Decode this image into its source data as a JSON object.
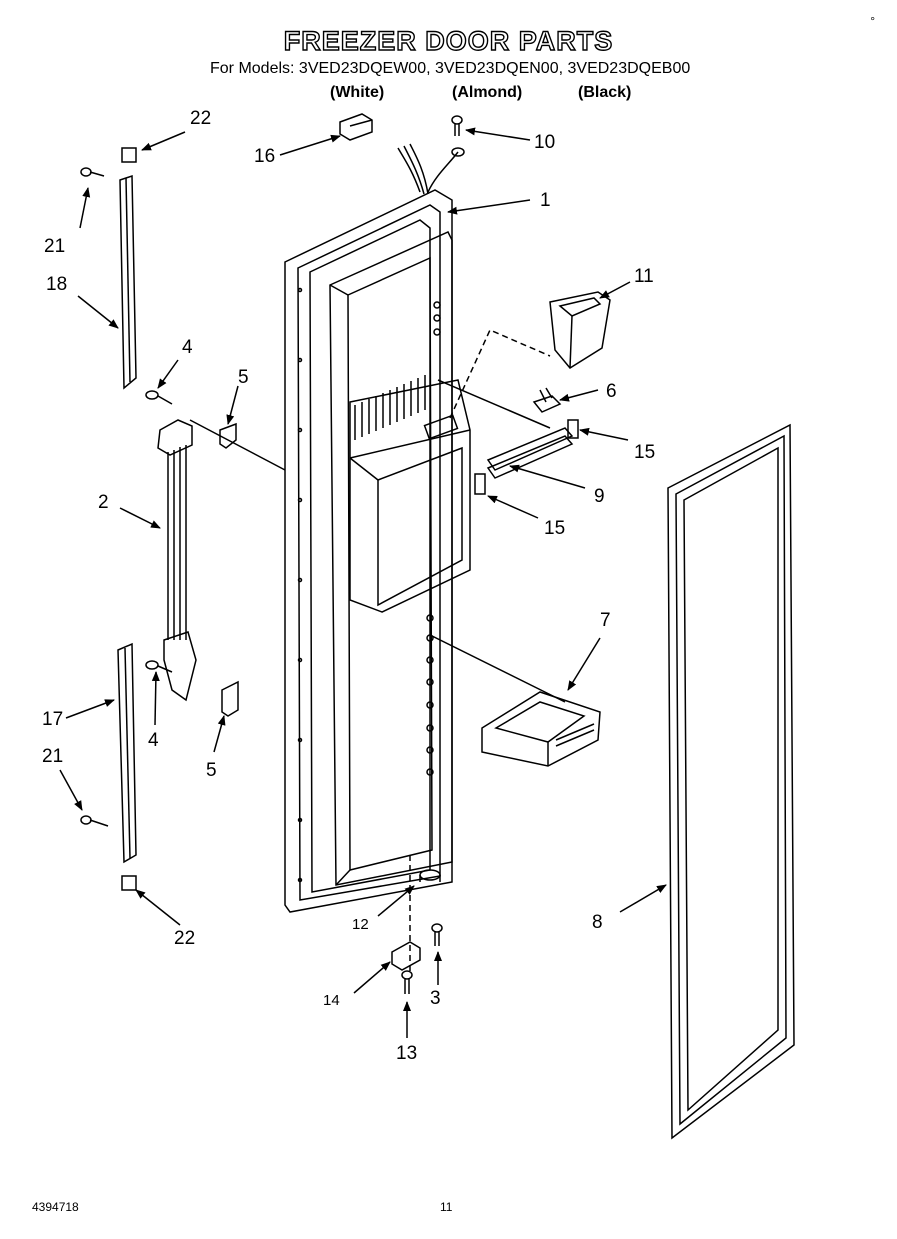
{
  "header": {
    "title": "FREEZER DOOR PARTS",
    "models_prefix": "For Models:",
    "models": [
      "3VED23DQEW00",
      "3VED23DQEN00",
      "3VED23DQEB00"
    ],
    "colors": [
      "(White)",
      "(Almond)",
      "(Black)"
    ],
    "corner_mark": "°"
  },
  "footer": {
    "doc_number": "4394718",
    "page_number": "11"
  },
  "callouts": {
    "c1": "1",
    "c2": "2",
    "c3": "3",
    "c4a": "4",
    "c4b": "4",
    "c5a": "5",
    "c5b": "5",
    "c6": "6",
    "c7": "7",
    "c8": "8",
    "c9": "9",
    "c10": "10",
    "c11": "11",
    "c12": "12",
    "c13": "13",
    "c14": "14",
    "c15a": "15",
    "c15b": "15",
    "c16": "16",
    "c17": "17",
    "c18": "18",
    "c21a": "21",
    "c21b": "21",
    "c22a": "22",
    "c22b": "22"
  }
}
